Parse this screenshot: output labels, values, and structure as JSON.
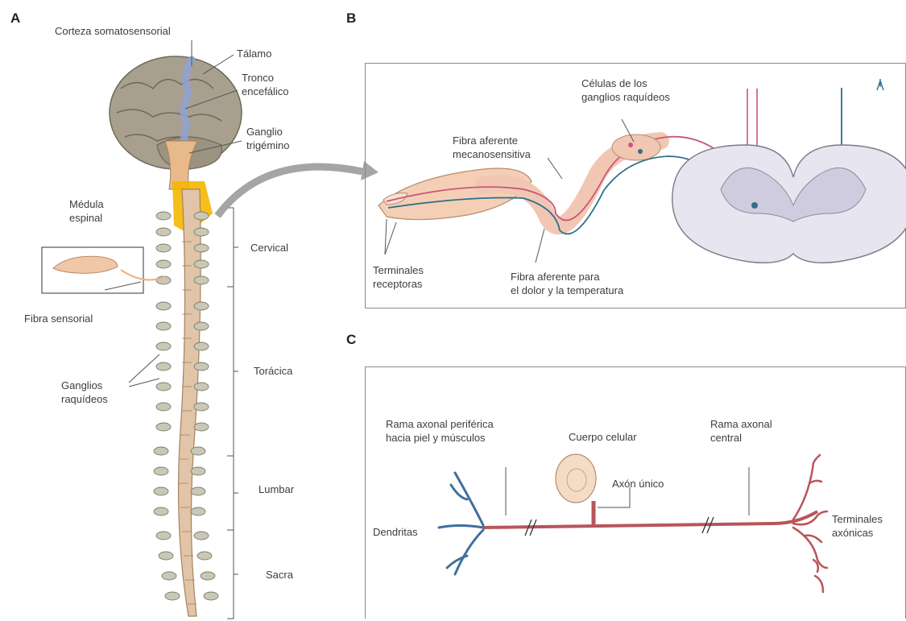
{
  "panels": {
    "a": {
      "letter": "A"
    },
    "b": {
      "letter": "B"
    },
    "c": {
      "letter": "C"
    }
  },
  "panel_a_labels": {
    "corteza": "Corteza somatosensorial",
    "talamo": "Tálamo",
    "tronco": "Tronco\nencefálico",
    "ganglio_trigemino": "Ganglio\ntrigémino",
    "medula": "Médula\nespinal",
    "fibra_sensorial": "Fibra sensorial",
    "ganglios_raquideos": "Ganglios\nraquídeos",
    "cervical": "Cervical",
    "toracica": "Torácica",
    "lumbar": "Lumbar",
    "sacra": "Sacra"
  },
  "panel_b_labels": {
    "celulas_ganglios": "Células de los\nganglios raquídeos",
    "fibra_mecano": "Fibra aferente\nmecanosensitiva",
    "terminales_receptoras": "Terminales\nreceptoras",
    "fibra_dolor": "Fibra aferente para\nel dolor y la temperatura"
  },
  "panel_c_labels": {
    "rama_periferica": "Rama axonal periférica\nhacia piel y músculos",
    "cuerpo_celular": "Cuerpo celular",
    "rama_central": "Rama axonal\ncentral",
    "axon_unico": "Axón único",
    "dendritas": "Dendritas",
    "terminales_axonicas": "Terminales\naxónicas"
  },
  "colors": {
    "brain": "#a89f8f",
    "cord": "#e2c4a8",
    "ganglion": "#c9c7b5",
    "highlight": "#f5b700",
    "mecano_fiber": "#c8567a",
    "pain_fiber": "#2f6e8f",
    "axon": "#b8555b",
    "dendrite": "#3f6f9e",
    "soma": "#f3dcc3"
  }
}
